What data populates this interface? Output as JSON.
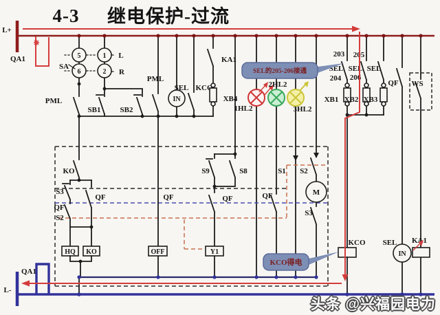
{
  "title": {
    "number": "4-3",
    "text": "继电保护-过流"
  },
  "power": {
    "l_plus": "L+",
    "qa1_top": "QA1",
    "l_minus": "L-",
    "qa1_bottom": "QA1"
  },
  "sa": {
    "label": "SA",
    "c5": "5",
    "c1": "1",
    "c6": "6",
    "c2": "2",
    "pos_l": "L",
    "pos_r": "R"
  },
  "row1": {
    "pml_left": "PML",
    "sb1": "SB1",
    "sb2": "SB2",
    "pml_mid": "PML",
    "sel": "SEL",
    "kco": "KCO",
    "in": "IN",
    "ka1": "KA1",
    "xb4": "XB4"
  },
  "lamps": {
    "hl1": {
      "label": "1HL2",
      "color": "#cf3535"
    },
    "hl2": {
      "label": "2HL2",
      "color": "#3aa85c"
    },
    "hl3": {
      "label": "3HL2",
      "color": "#cbc53a"
    }
  },
  "selg": {
    "n203": "203",
    "n205": "205",
    "sel1": "SEL",
    "sel2": "SEL",
    "sel3": "SEL",
    "n204": "204",
    "n206": "206",
    "xb1": "XB1",
    "xb2": "XB2",
    "xb3": "XB3",
    "qf": "QF",
    "ws": "WS"
  },
  "box": {
    "ko": "KO",
    "s3": "S3",
    "qf_a": "QF",
    "s2": "S2",
    "qf_b": "QF",
    "qf_c": "QF",
    "s9": "S9",
    "s8": "S8",
    "qf_d": "QF",
    "qf_e": "QF",
    "s1": "S1",
    "s2m": "S2",
    "motor": "M",
    "s3m": "S3",
    "hq": "HQ",
    "ko2": "KO",
    "off": "OFF",
    "y1": "Y1"
  },
  "bot": {
    "kco": "KCO",
    "sel": "SEL",
    "in": "IN",
    "ka1": "KA1"
  },
  "callouts": {
    "sel_note": "SEL的205-206接通",
    "kco_note": "KCO得电"
  },
  "watermark": "头条 @兴福园电力",
  "colors": {
    "highlight_red": "#d43c3c",
    "bus_red": "#8f1d1d",
    "bus_blue": "#32329b",
    "callout_fill": "#7e8fb6",
    "lamp_red": "#cf3535",
    "lamp_green": "#3aa85c",
    "lamp_yellow": "#cbc53a"
  }
}
